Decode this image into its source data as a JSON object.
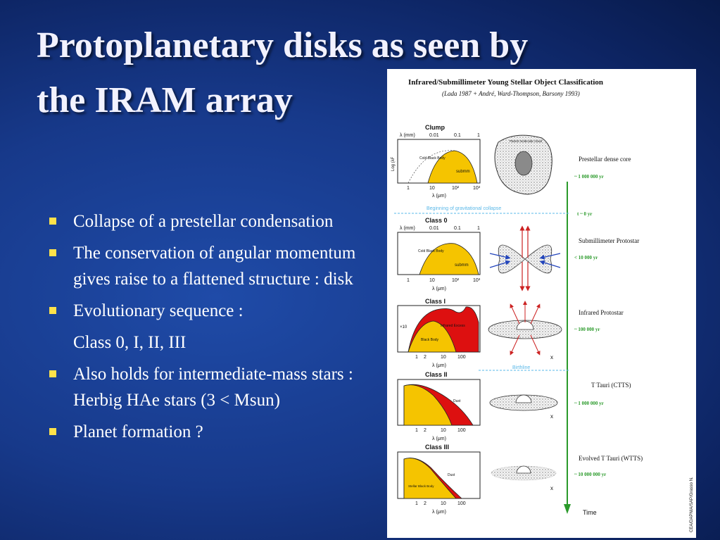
{
  "slide": {
    "title_line1": "Protoplanetary disks as seen by",
    "title_line2": "the IRAM array",
    "bullets": [
      "Collapse of a prestellar condensation",
      "The conservation of angular momentum gives raise to a flattened structure : disk",
      "Evolutionary sequence :",
      "Also holds for intermediate-mass stars : Herbig HAe stars (3 < Msun)",
      "Planet formation ?"
    ],
    "indent_line": "Class 0, I, II, III",
    "accent_color": "#ffe24a"
  },
  "figure": {
    "title": "Infrared/Submillimeter Young Stellar Object Classification",
    "subtitle": "(Lada 1987 + André, Ward-Thompson, Barsony 1993)",
    "credit": "CEA/DAPNIA/SAP/Grasso N.",
    "clump": {
      "label": "Clump",
      "axis_top": "λ (mm)",
      "ticks_top": [
        "0.01",
        "0.1",
        "1"
      ],
      "ylabel": "Log (λF",
      "curve_label": "Cold Black Body",
      "fill_label": "submm",
      "ticks_bottom": [
        "1",
        "10",
        "10²",
        "10³"
      ],
      "xlabel": "λ (μm)",
      "sketch_label": "Parent molecular cloud",
      "stage": "Prestellar dense core",
      "age": "~ 1 000 000 yr"
    },
    "collapse_line": "Beginning of gravitational collapse",
    "t0": "t ~ 0 yr",
    "class0": {
      "label": "Class 0",
      "axis_top": "λ (mm)",
      "ticks_top": [
        "0.01",
        "0.1",
        "1"
      ],
      "curve_label": "Cold Black Body",
      "fill_label": "submm",
      "ticks_bottom": [
        "1",
        "10",
        "10²",
        "10³"
      ],
      "xlabel": "λ (μm)",
      "stage": "Submillimeter Protostar",
      "age": "< 10 000 yr"
    },
    "class1": {
      "label": "Class I",
      "factor": "×10",
      "curve_label": "Black Body",
      "fill_label": "Infrared Excess",
      "ticks_bottom": [
        "1",
        "2",
        "10",
        "100"
      ],
      "xlabel": "λ (μm)",
      "stage": "Infrared Protostar",
      "age": "~ 100 000 yr",
      "axis_marker": "x"
    },
    "birthline": "Birthline",
    "class2": {
      "label": "Class II",
      "fill_label": "Dust",
      "ticks_bottom": [
        "1",
        "2",
        "10",
        "100"
      ],
      "xlabel": "λ (μm)",
      "stage": "T Tauri (CTTS)",
      "age": "~ 1 000 000 yr",
      "axis_marker": "x"
    },
    "class3": {
      "label": "Class III",
      "fill_label": "Dust",
      "curve_label": "Stellar Black Body",
      "ticks_bottom": [
        "1",
        "2",
        "10",
        "100"
      ],
      "xlabel": "λ (μm)",
      "stage": "Evolved T Tauri (WTTS)",
      "age": "~ 10 000 000 yr",
      "axis_marker": "x"
    },
    "time_label": "Time"
  }
}
